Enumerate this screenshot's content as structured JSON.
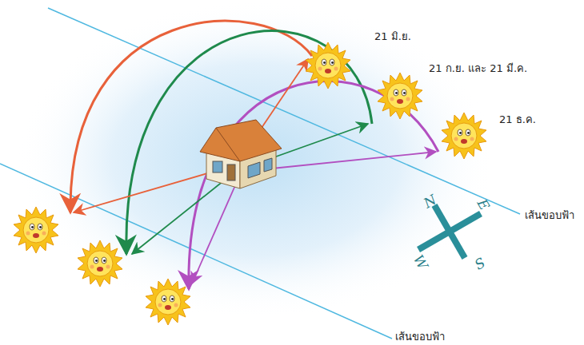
{
  "diagram": {
    "labels": [
      "21 มิ.ย.",
      "21 ก.ย. และ 21 มี.ค.",
      "21 ธ.ค.",
      "เส้นขอบฟ้า",
      "เส้นขอบฟ้า",
      "N",
      "E",
      "W",
      "S"
    ]
  }
}
